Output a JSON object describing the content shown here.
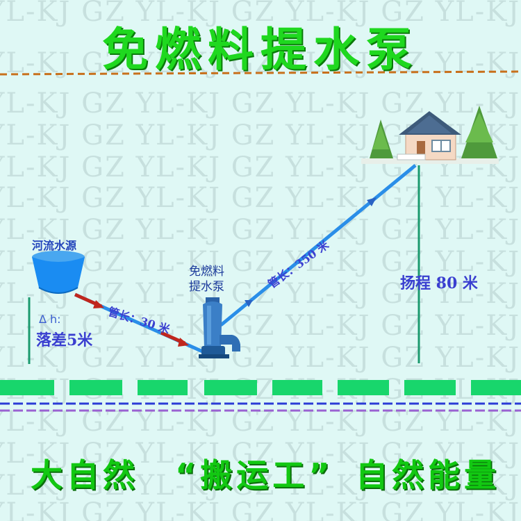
{
  "title": "免燃料提水泵",
  "watermark": "YL-KJ GZ YL-KJ GZ YL-KJ GZ YL-KJ GZ",
  "labels": {
    "water_source": "河流水源",
    "delta_h": "Δ h:",
    "drop": "落差5米",
    "pipe_in": "管长：30 米",
    "pipe_out": "管长：350 米",
    "pump_line1": "免燃料",
    "pump_line2": "提水泵",
    "lift_head": "扬程 80 米"
  },
  "slogan": {
    "left": "大自然",
    "middle": "“搬运工”",
    "right": "自然能量"
  },
  "colors": {
    "title_green": "#1fd81f",
    "pipe_blue": "#2a8ee8",
    "arrow_red": "#c0261c",
    "stripe_green": "#18d66c",
    "divider_orange": "#c8701c",
    "label_blue": "#3a3fd0"
  }
}
